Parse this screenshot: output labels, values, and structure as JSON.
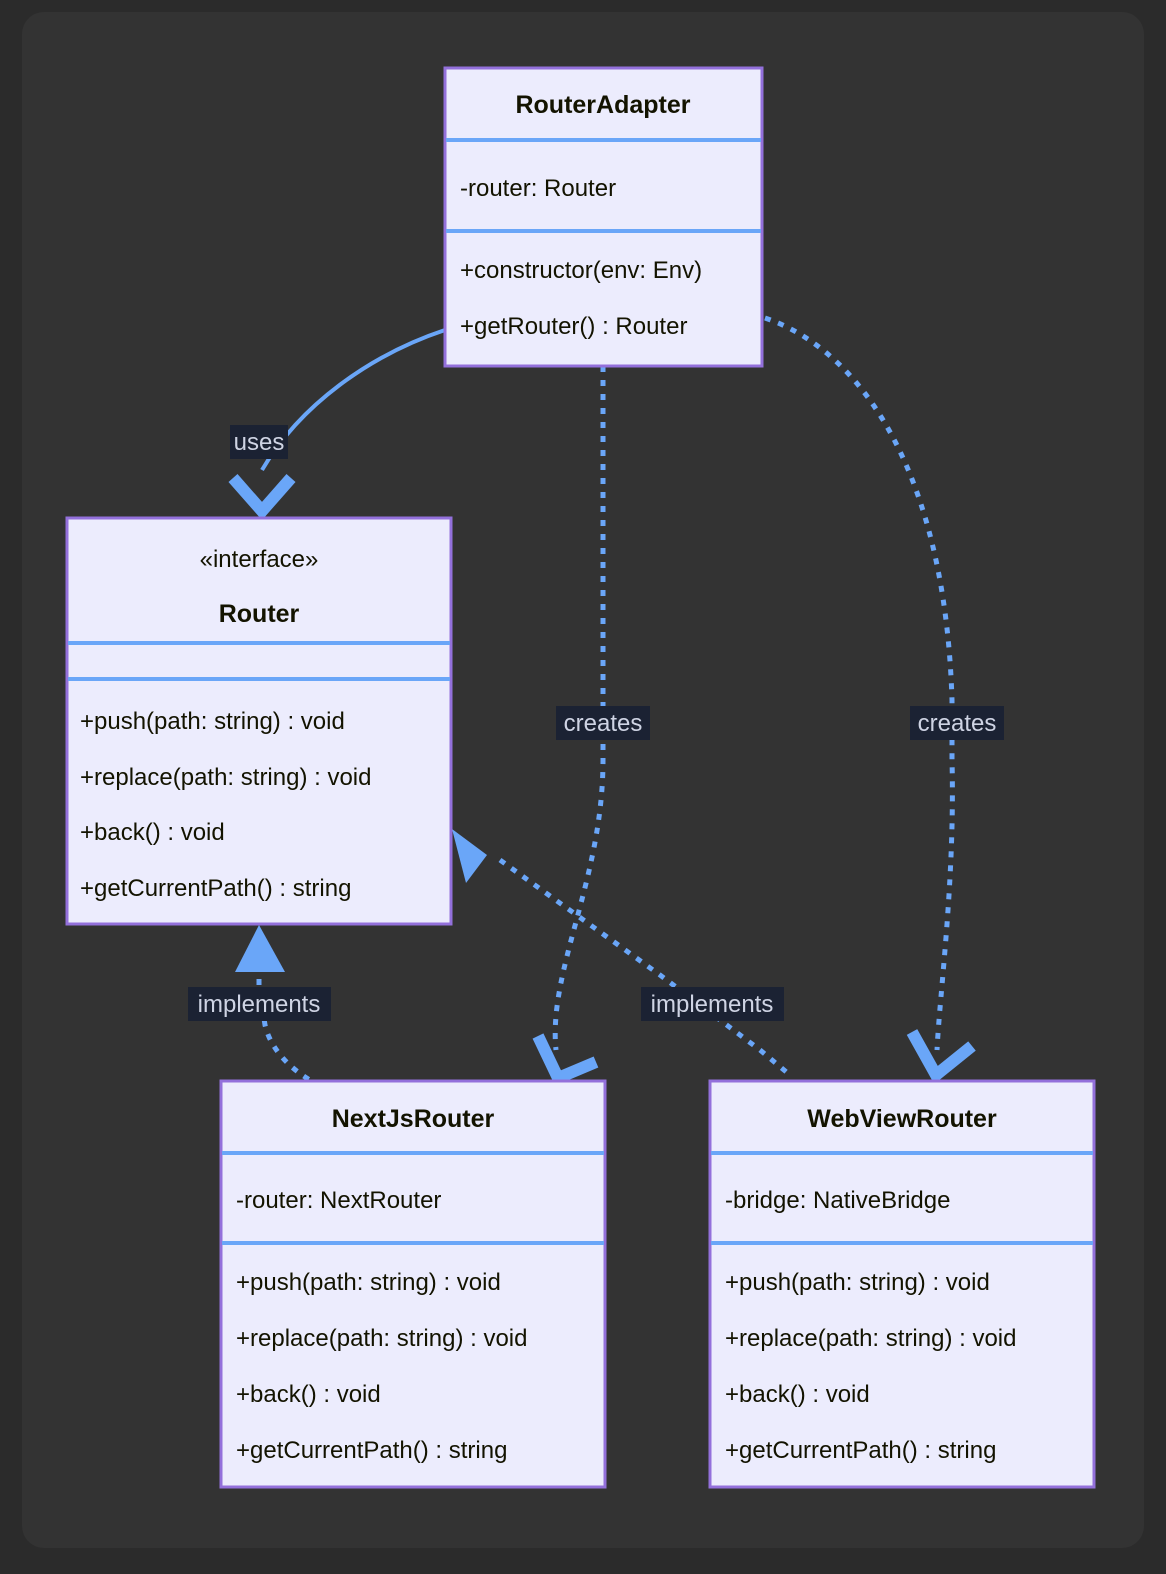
{
  "diagram": {
    "type": "uml-class-diagram",
    "background": "#2b2b2b",
    "canvas_background": "#333333",
    "colors": {
      "class_fill": "#ececfd",
      "class_border": "#9370db",
      "compartment_divider": "#6aa6f8",
      "edge": "#6aa6f8",
      "label_background": "#1b2233",
      "label_text": "#cfd4e4",
      "member_text": "#131300"
    }
  },
  "classes": {
    "router_adapter": {
      "name": "RouterAdapter",
      "stereotype": "",
      "attributes": [
        "-router: Router"
      ],
      "methods": [
        "+constructor(env: Env)",
        "+getRouter() : Router"
      ]
    },
    "router": {
      "name": "Router",
      "stereotype": "«interface»",
      "attributes": [],
      "methods": [
        "+push(path: string) : void",
        "+replace(path: string) : void",
        "+back() : void",
        "+getCurrentPath() : string"
      ]
    },
    "nextjs_router": {
      "name": "NextJsRouter",
      "stereotype": "",
      "attributes": [
        "-router: NextRouter"
      ],
      "methods": [
        "+push(path: string) : void",
        "+replace(path: string) : void",
        "+back() : void",
        "+getCurrentPath() : string"
      ]
    },
    "webview_router": {
      "name": "WebViewRouter",
      "stereotype": "",
      "attributes": [
        "-bridge: NativeBridge"
      ],
      "methods": [
        "+push(path: string) : void",
        "+replace(path: string) : void",
        "+back() : void",
        "+getCurrentPath() : string"
      ]
    }
  },
  "relationships": [
    {
      "id": "uses",
      "label": "uses",
      "from": "RouterAdapter",
      "to": "Router",
      "line": "solid",
      "arrow": "open"
    },
    {
      "id": "creates_nextjs",
      "label": "creates",
      "from": "RouterAdapter",
      "to": "NextJsRouter",
      "line": "dotted",
      "arrow": "open"
    },
    {
      "id": "creates_webview",
      "label": "creates",
      "from": "RouterAdapter",
      "to": "WebViewRouter",
      "line": "dotted",
      "arrow": "open"
    },
    {
      "id": "implements_nextjs",
      "label": "implements",
      "from": "NextJsRouter",
      "to": "Router",
      "line": "dotted",
      "arrow": "triangle"
    },
    {
      "id": "implements_webview",
      "label": "implements",
      "from": "WebViewRouter",
      "to": "Router",
      "line": "dotted",
      "arrow": "triangle"
    }
  ]
}
